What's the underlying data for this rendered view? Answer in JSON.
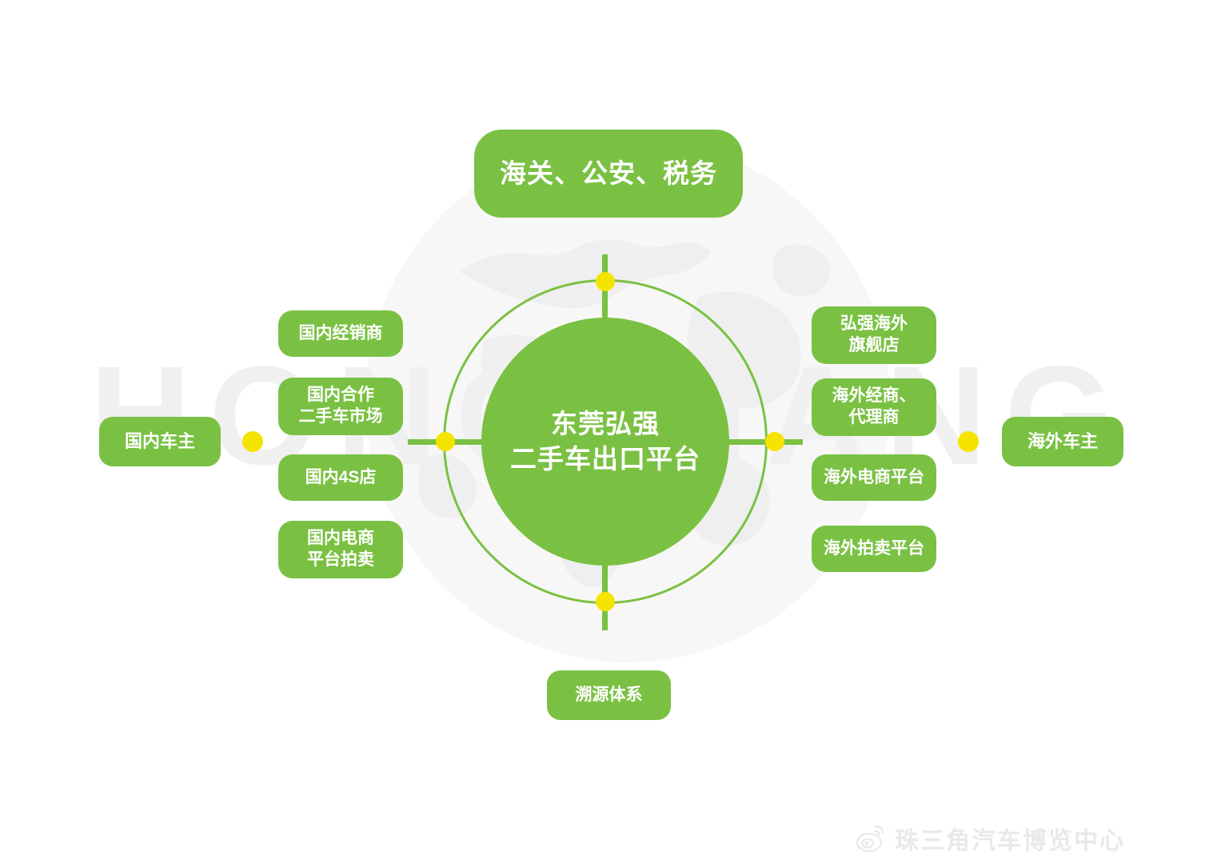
{
  "colors": {
    "green": "#7ac143",
    "yellow": "#f5e400",
    "text_on_green": "#ffffff",
    "background": "#ffffff",
    "watermark_gray": "#e9e9e9",
    "wordmark_gray": "#f0f0f0"
  },
  "background": {
    "wordmark": "HONGQIANG",
    "globe_icon": "world-map-globe"
  },
  "hub": {
    "title_line1": "东莞弘强",
    "title_line2": "二手车出口平台"
  },
  "top_node": {
    "label": "海关、公安、税务"
  },
  "bottom_node": {
    "label": "溯源体系"
  },
  "left_endpoint": {
    "label": "国内车主"
  },
  "right_endpoint": {
    "label": "海外车主"
  },
  "left_channels": [
    {
      "lines": [
        "国内经销商"
      ]
    },
    {
      "lines": [
        "国内合作",
        "二手车市场"
      ]
    },
    {
      "lines": [
        "国内4S店"
      ]
    },
    {
      "lines": [
        "国内电商",
        "平台拍卖"
      ]
    }
  ],
  "right_channels": [
    {
      "lines": [
        "弘强海外",
        "旗舰店"
      ]
    },
    {
      "lines": [
        "海外经商、",
        "代理商"
      ]
    },
    {
      "lines": [
        "海外电商平台"
      ]
    },
    {
      "lines": [
        "海外拍卖平台"
      ]
    }
  ],
  "watermark": {
    "icon": "weibo-icon",
    "text": "珠三角汽车博览中心"
  }
}
